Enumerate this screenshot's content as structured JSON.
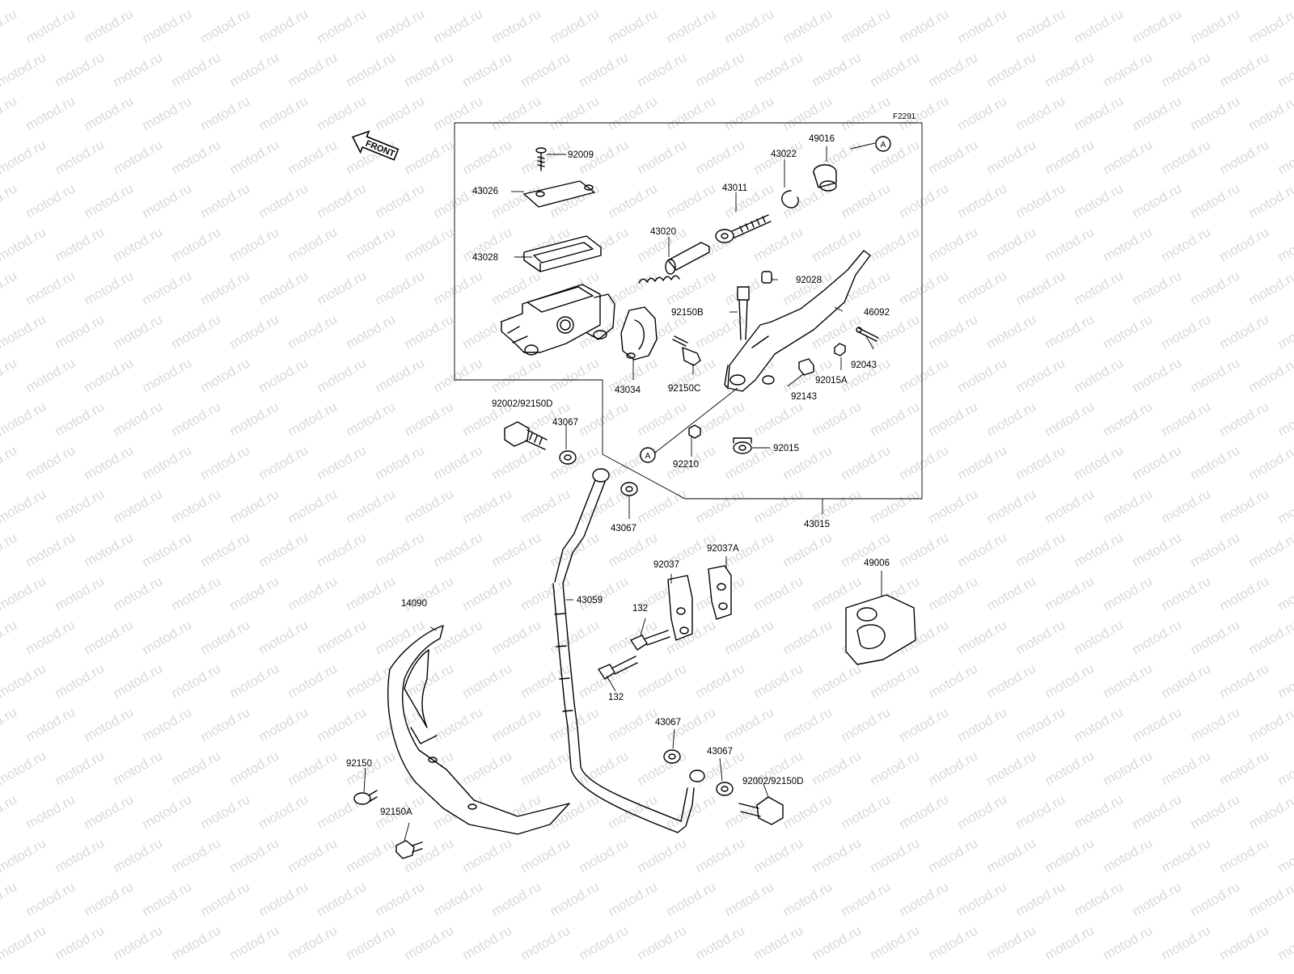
{
  "diagram": {
    "figure_code": "F2291",
    "front_label": "FRONT",
    "watermark": "motod.ru",
    "labels": {
      "p92009": "92009",
      "p43026": "43026",
      "p43028": "43028",
      "p43020": "43020",
      "p43011": "43011",
      "p43022": "43022",
      "p49016": "49016",
      "p92028": "92028",
      "p92150B": "92150B",
      "p46092": "46092",
      "p92043": "92043",
      "p92015A": "92015A",
      "p92143": "92143",
      "p43034": "43034",
      "p92150C": "92150C",
      "p92015": "92015",
      "p92210": "92210",
      "p43015": "43015",
      "p92002_top": "92002/92150D",
      "p43067_a": "43067",
      "p43067_b": "43067",
      "p43067_c": "43067",
      "p43067_d": "43067",
      "p43059": "43059",
      "p92037": "92037",
      "p92037A": "92037A",
      "p132_a": "132",
      "p132_b": "132",
      "p49006": "49006",
      "p14090": "14090",
      "p92150": "92150",
      "p92150A": "92150A",
      "p92002_bot": "92002/92150D"
    },
    "callouts": {
      "a_top": "A",
      "a_bottom": "A"
    }
  }
}
